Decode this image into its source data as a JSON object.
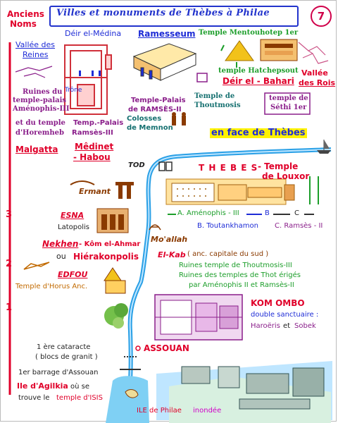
{
  "header": {
    "title": "Villes et monuments de Thèbes à Philae",
    "page_number": "7"
  },
  "side": {
    "anciens": "Anciens",
    "noms": "Noms",
    "scale": [
      "3",
      "2",
      "1"
    ]
  },
  "west_bank": {
    "vallee_reines": [
      "Vallée des",
      "Reines"
    ],
    "deir_medina": "Déir el-Médina",
    "ramesseum": "Ramesseum",
    "mentouhotep": "Temple Mentouhotep 1er",
    "hatchepsout": "temple Hatchepsout",
    "deir_bahari": "Déir el - Bahari",
    "vallee_rois": [
      "Vallée",
      "des Rois"
    ],
    "trone": "Trône",
    "ruines_amenophis": [
      "Ruines du",
      "temple-palais",
      "Aménophis-III"
    ],
    "temple_horemheb": [
      "et du temple",
      "d'Horemheb"
    ],
    "temp_palais_r3": [
      "Temp.-Palais",
      "Ramsès-III"
    ],
    "temple_palais_r2": [
      "Temple-Palais",
      "de RAMSÈS-II"
    ],
    "thoutmosis": [
      "Temple de",
      "Thoutmosis"
    ],
    "sethi": [
      "temple de",
      "Séthi 1er"
    ],
    "colosses": [
      "Colosses",
      "de Memnon"
    ],
    "malgatta": "Malgatta",
    "medinet_habou": [
      "Mêdinet",
      "- Habou"
    ],
    "en_face": "en face de Thèbes"
  },
  "thebes": {
    "tod": "TOD",
    "thebes_label": "T H E B E S",
    "temple_luxor": [
      "- Temple",
      "de Louxor"
    ],
    "a_amenophis": "A. Aménophis - III",
    "b_label": "B",
    "c_label": "C",
    "b_toutankhamon": "B. Toutankhamon",
    "c_ramses": "C. Ramsès - II"
  },
  "south": {
    "ermant": "Ermant",
    "esna": "ESNA",
    "latopolis": "Latopolis",
    "nekhen": "Nekhen",
    "kom_ahmar": "- Kôm el-Ahmar",
    "ou": "ou",
    "hierakonpolis": "Hiérakonpolis",
    "moallah": "Mo'allah",
    "el_kab": "El-Kab",
    "el_kab_note": "( anc. capitale du sud )",
    "ruines_thoutmosis": "Ruines temple de Thoutmosis-III",
    "ruines_thot": [
      "Ruines des temples de Thot érigés",
      "par Aménophis II et Ramsès-II"
    ],
    "edfou": "EDFOU",
    "temple_horus": "Temple d'Horus Anc.",
    "kom_ombo": "KOM OMBO",
    "double_sanct": [
      "double sanctuaire :"
    ],
    "haroeris": "Haroëris",
    "et": "et",
    "sobek": "Sobek",
    "assouan": "ASSOUAN",
    "cataracte": [
      "1 ère cataracte",
      "( blocs de granit )"
    ],
    "barrage": "1er barrage d'Assouan",
    "agilkia": "Ile d'Agilkia",
    "ou_se": "où se",
    "trouve_le": "trouve le",
    "temple_isis": "temple d'ISIS",
    "philae": "ILE de Philae",
    "inondee": "inondée"
  },
  "colors": {
    "river": "#2aa0e6",
    "title": "#2233cc",
    "red": "#e0002a",
    "blue": "#1e2cd6",
    "purple": "#8a1e8a",
    "green": "#1c9e2a"
  }
}
